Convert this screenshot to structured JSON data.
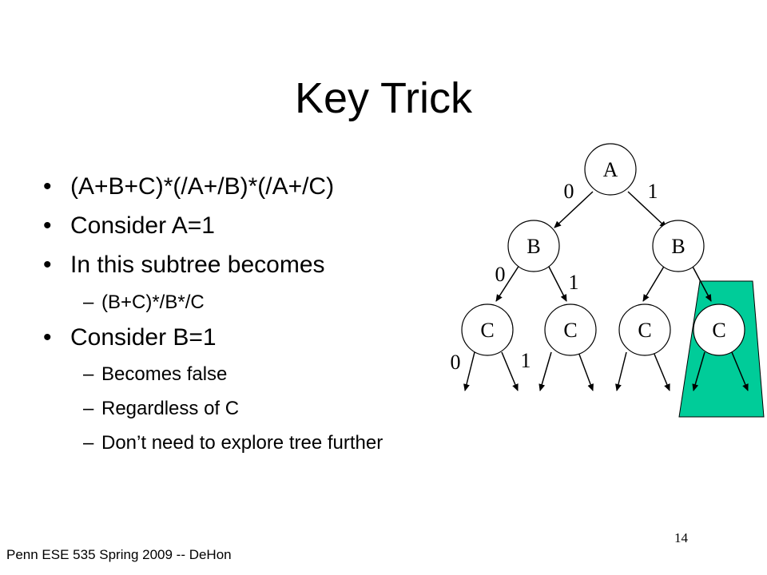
{
  "slide": {
    "title": "Key Trick",
    "bullets": [
      "(A+B+C)*(/A+/B)*(/A+/C)",
      "Consider A=1",
      "In this subtree becomes",
      "Consider B=1"
    ],
    "sub_bullets": {
      "subtree_expr": "(B+C)*/B*/C",
      "false": "Becomes false",
      "regardless": "Regardless of C",
      "dont_need": "Don’t need to explore tree further"
    },
    "bullet_mark": "•",
    "dash_mark": "–",
    "footer": "Penn ESE 535 Spring 2009 -- DeHon",
    "page_number": "14"
  },
  "tree": {
    "nodes": {
      "a": "A",
      "b_left": "B",
      "b_right": "B",
      "c1": "C",
      "c2": "C",
      "c3": "C",
      "c4": "C"
    },
    "edge_labels": {
      "a_0": "0",
      "a_1": "1",
      "b_0": "0",
      "b_1": "1",
      "c_0": "0",
      "c_1": "1"
    },
    "highlight_color": "#00cc99"
  }
}
